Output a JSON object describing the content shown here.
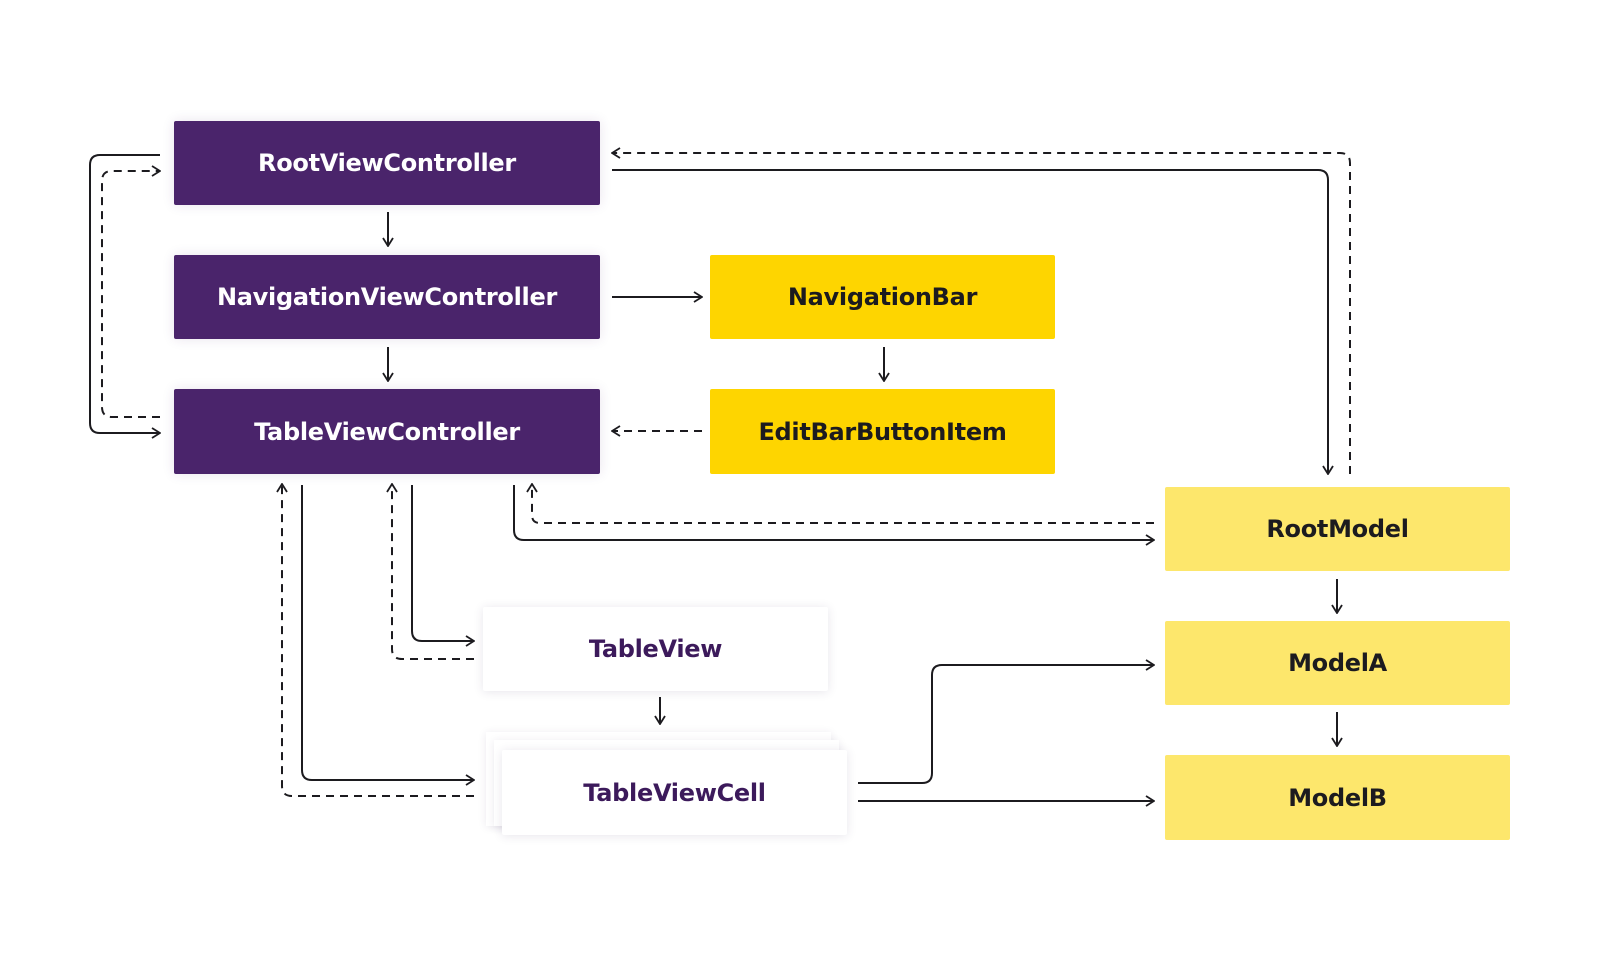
{
  "nodes": {
    "root_view_controller": "RootViewController",
    "navigation_view_controller": "NavigationViewController",
    "table_view_controller": "TableViewController",
    "navigation_bar": "NavigationBar",
    "edit_bar_button_item": "EditBarButtonItem",
    "table_view": "TableView",
    "table_view_cell": "TableViewCell",
    "root_model": "RootModel",
    "model_a": "ModelA",
    "model_b": "ModelB"
  },
  "colors": {
    "purple": "#4a246b",
    "yellow": "#fed500",
    "light_yellow": "#fde76c",
    "white_node_text": "#3c1a5b",
    "line": "#1c1b1f"
  }
}
